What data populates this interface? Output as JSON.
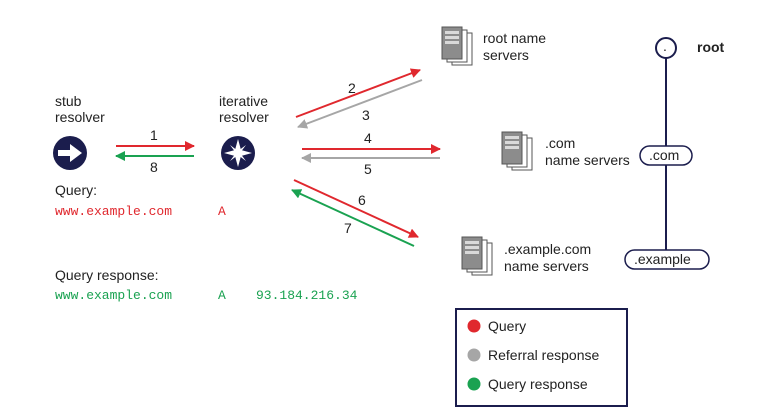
{
  "stub_resolver": {
    "line1": "stub",
    "line2": "resolver"
  },
  "iterative_resolver": {
    "line1": "iterative",
    "line2": "resolver"
  },
  "root_servers": {
    "line1": "root name",
    "line2": "servers"
  },
  "com_servers": {
    "line1": ".com",
    "line2": "name servers"
  },
  "example_servers": {
    "line1": ".example.com",
    "line2": "name servers"
  },
  "arrows": {
    "a1": "1",
    "a2": "2",
    "a3": "3",
    "a4": "4",
    "a5": "5",
    "a6": "6",
    "a7": "7",
    "a8": "8"
  },
  "query": {
    "label": "Query:",
    "name": "www.example.com",
    "type": "A"
  },
  "response": {
    "label": "Query response:",
    "name": "www.example.com",
    "type": "A",
    "address": "93.184.216.34"
  },
  "tree": {
    "root_dot": ".",
    "root": "root",
    "com": ".com",
    "example": ".example"
  },
  "legend": {
    "items": [
      {
        "label": "Query",
        "color": "#e0282e"
      },
      {
        "label": "Referral response",
        "color": "#a6a6a6"
      },
      {
        "label": "Query response",
        "color": "#1aa251"
      }
    ]
  },
  "colors": {
    "query": "#e0282e",
    "referral": "#a6a6a6",
    "response": "#1aa251",
    "navy": "#1b1d4d"
  }
}
